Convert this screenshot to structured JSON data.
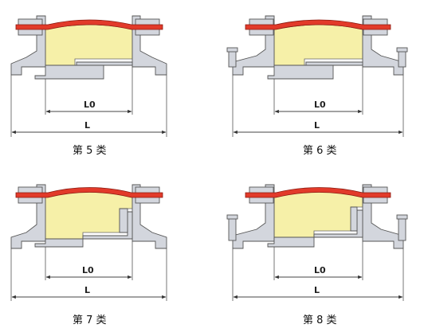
{
  "colors": {
    "rubber": "#e23a2a",
    "filling": "#f6f0a8",
    "metal": "#d3d6dd",
    "outline": "#555555"
  },
  "panels": [
    {
      "variant": "type5",
      "caption": "第 5 类",
      "inner_dim": "L0",
      "outer_dim": "L"
    },
    {
      "variant": "type6",
      "caption": "第 6 类",
      "inner_dim": "L0",
      "outer_dim": "L"
    },
    {
      "variant": "type7",
      "caption": "第 7 类",
      "inner_dim": "L0",
      "outer_dim": "L"
    },
    {
      "variant": "type8",
      "caption": "第 8 类",
      "inner_dim": "L0",
      "outer_dim": "L"
    }
  ]
}
